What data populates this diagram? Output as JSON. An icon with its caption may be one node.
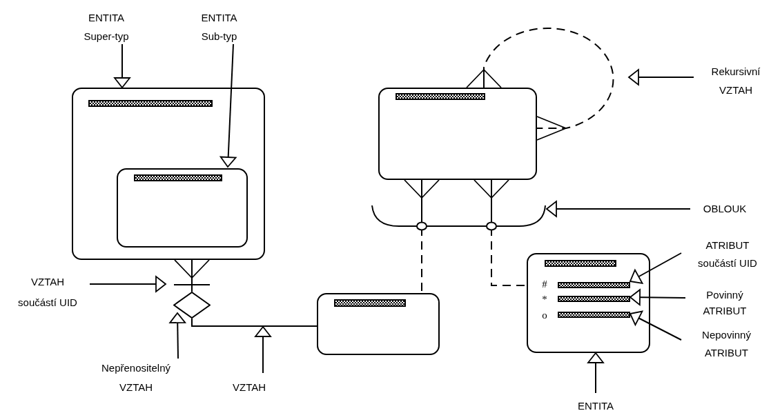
{
  "diagram": {
    "nodes": [
      {
        "text": [
          "ENTITA Super-typ"
        ]
      },
      {
        "text": [
          "ENTITA Sub-typ"
        ]
      },
      {
        "text": [],
        "shape": "box"
      },
      {
        "text": [],
        "shape": "box",
        "in": 2
      },
      {
        "text": [
          "Rekursivní VZTAH"
        ]
      },
      {
        "text": [],
        "shape": "box"
      },
      {
        "text": [
          "OBLOUK"
        ]
      },
      {
        "text": [
          "VZTAH součástí UID"
        ]
      },
      {
        "text": [],
        "shape": "diamond"
      },
      {
        "text": [
          "Nepřenositelný VZTAH"
        ]
      },
      {
        "text": [
          "VZTAH"
        ]
      },
      {
        "text": [],
        "shape": "box"
      },
      {
        "text": [
          "#",
          "*",
          "o"
        ]
      },
      {
        "text": [],
        "shape": "bar",
        "in": 12
      },
      {
        "text": [],
        "shape": "bar",
        "in": 12
      },
      {
        "text": [],
        "shape": "bar",
        "in": 12
      },
      {
        "text": [
          "ATRIBUT součástí UID"
        ]
      },
      {
        "text": [
          "Povinný ATRIBUT"
        ]
      },
      {
        "text": [
          "Nepovinný ATRIBUT"
        ]
      },
      {
        "text": [
          "ENTITA"
        ]
      },
      {
        "text": [],
        "shape": "arc"
      }
    ],
    "edges": [
      {
        "from": 0,
        "to": 2,
        "arrow": "to"
      },
      {
        "from": 1,
        "to": 3,
        "arrow": "to"
      },
      {
        "from": 5,
        "to": 5,
        "arrow": "other",
        "style": "dashed"
      },
      {
        "from": 4,
        "to": null,
        "arrow": "to"
      },
      {
        "from": 5,
        "to": 20,
        "arrow": "other"
      },
      {
        "from": 5,
        "to": 20,
        "arrow": "other"
      },
      {
        "from": 6,
        "to": 20,
        "arrow": "to"
      },
      {
        "from": 2,
        "to": 8,
        "arrow": "other"
      },
      {
        "from": 8,
        "to": 11,
        "arrow": "none"
      },
      {
        "from": 7,
        "to": null,
        "arrow": "to"
      },
      {
        "from": 9,
        "to": 8,
        "arrow": "to"
      },
      {
        "from": 10,
        "to": null,
        "arrow": "to"
      },
      {
        "from": 16,
        "to": 13,
        "arrow": "to"
      },
      {
        "from": 17,
        "to": 14,
        "arrow": "to"
      },
      {
        "from": 18,
        "to": 15,
        "arrow": "to"
      },
      {
        "from": 19,
        "to": 12,
        "arrow": "to"
      },
      {
        "from": 20,
        "to": 11,
        "arrow": "none",
        "style": "dashed"
      },
      {
        "from": 20,
        "to": 12,
        "arrow": "none",
        "style": "dashed"
      }
    ]
  }
}
